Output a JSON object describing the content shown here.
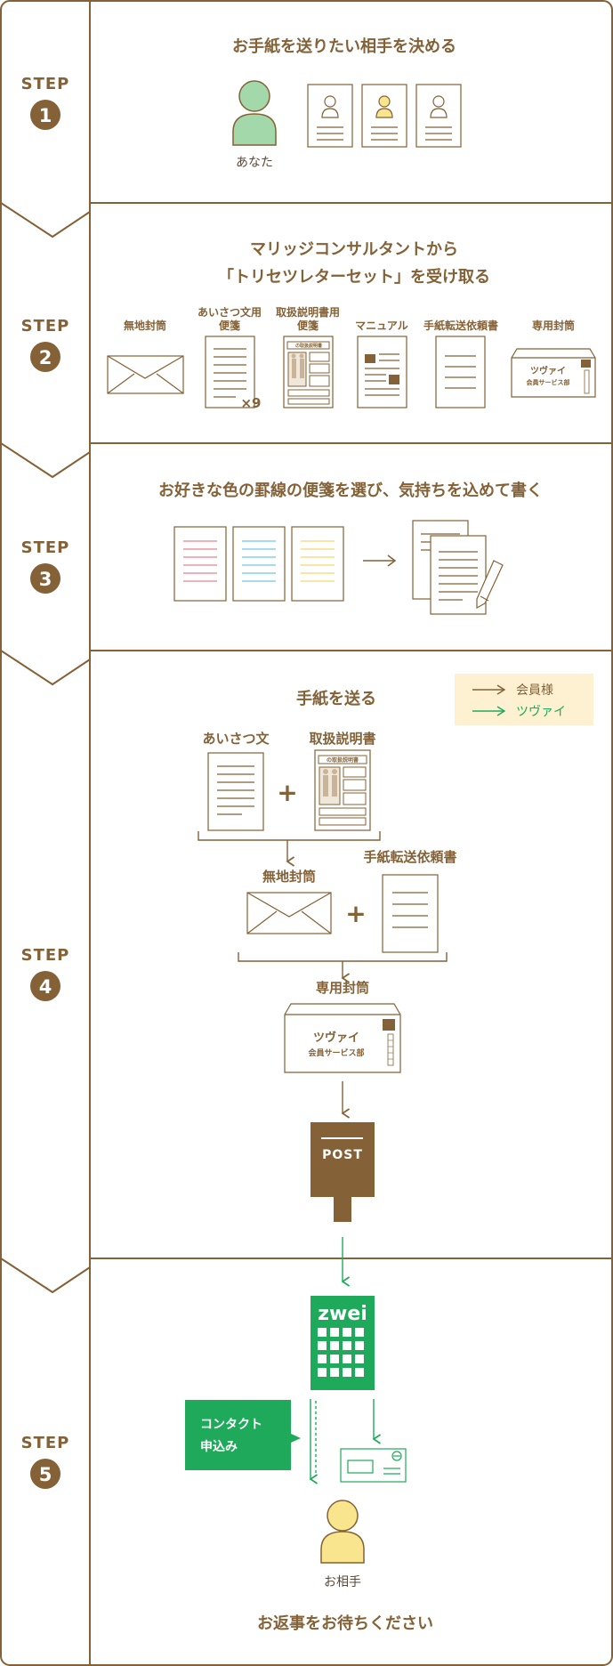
{
  "colors": {
    "brown": "#846136",
    "green": "#1EAA5A",
    "cream": "#FDF1D2",
    "light_green": "#A3D8AB",
    "yellow": "#F8E58D",
    "line_red": "#E8858E",
    "line_blue": "#6EC6E8",
    "line_yellow": "#F3D66B",
    "text": "#5A4A3A"
  },
  "steps": [
    {
      "label": "STEP",
      "number": "1"
    },
    {
      "label": "STEP",
      "number": "2"
    },
    {
      "label": "STEP",
      "number": "3"
    },
    {
      "label": "STEP",
      "number": "4"
    },
    {
      "label": "STEP",
      "number": "5"
    }
  ],
  "step1": {
    "title": "お手紙を送りたい相手を決める",
    "you_label": "あなた"
  },
  "step2": {
    "title_line1": "マリッジコンサルタントから",
    "title_line2": "「トリセツレターセット」を受け取る",
    "items": [
      {
        "label": "無地封筒"
      },
      {
        "label_line1": "あいさつ文用",
        "label_line2": "便箋",
        "qty": "×9"
      },
      {
        "label_line1": "取扱説明書用",
        "label_line2": "便箋",
        "sheet_title": "の取扱説明書"
      },
      {
        "label": "マニュアル"
      },
      {
        "label": "手紙転送依頼書"
      },
      {
        "label": "専用封筒",
        "env_line1": "ツヴァイ",
        "env_line2": "会員サービス部"
      }
    ]
  },
  "step3": {
    "title": "お好きな色の罫線の便箋を選び、気持ちを込めて書く"
  },
  "step4": {
    "title": "手紙を送る",
    "legend": {
      "member": "会員様",
      "zwei": "ツヴァイ"
    },
    "greeting_label": "あいさつ文",
    "manual_label": "取扱説明書",
    "manual_sheet_title": "の取扱説明書",
    "plain_envelope_label": "無地封筒",
    "forward_form_label": "手紙転送依頼書",
    "dedicated_envelope_label": "専用封筒",
    "env_line1": "ツヴァイ",
    "env_line2": "会員サービス部",
    "post_label": "POST",
    "plus": "+"
  },
  "step5": {
    "logo": "zwei",
    "contact_line1": "コンタクト",
    "contact_line2": "申込み",
    "partner_label": "お相手",
    "closing": "お返事をお待ちください"
  }
}
